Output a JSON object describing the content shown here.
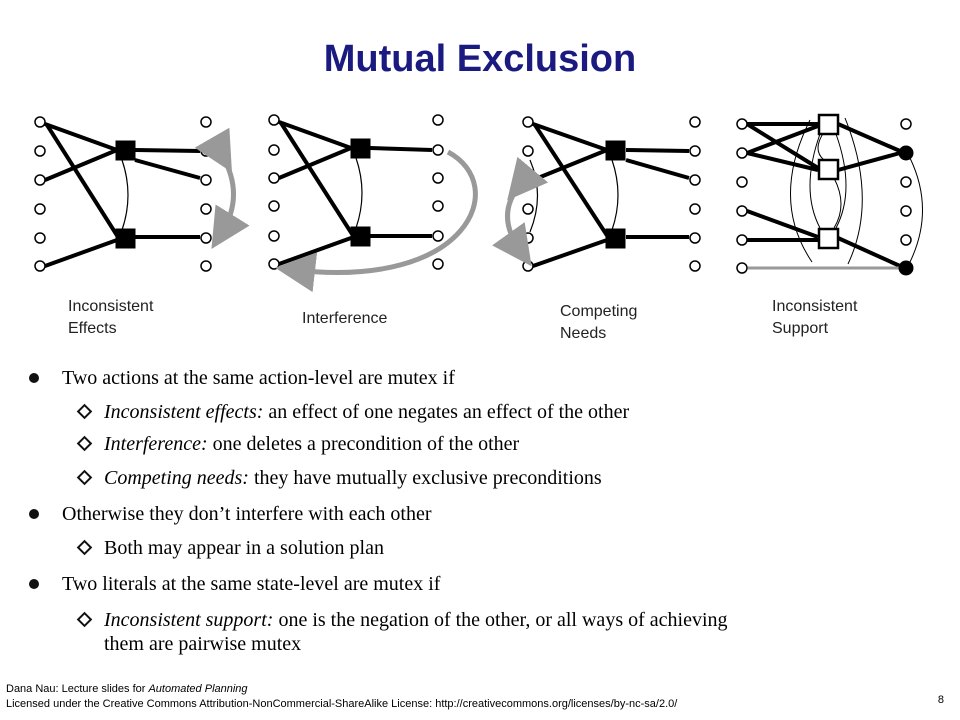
{
  "title": "Mutual Exclusion",
  "diagram_captions": {
    "inconsistent_effects": [
      "Inconsistent",
      "Effects"
    ],
    "interference": [
      "Interference"
    ],
    "competing_needs": [
      "Competing",
      "Needs"
    ],
    "inconsistent_support": [
      "Inconsistent",
      "Support"
    ]
  },
  "bullets": {
    "b1": "Two actions at the same action-level are mutex if",
    "b1_sub1_term": "Inconsistent effects:",
    "b1_sub1_text": " an effect of one negates an effect of the other",
    "b1_sub2_term": "Interference:",
    "b1_sub2_text": " one deletes a precondition of the other",
    "b1_sub3_term": "Competing needs:",
    "b1_sub3_text": " they have mutually exclusive preconditions",
    "b2": "Otherwise they don’t interfere with each other",
    "b2_sub1": "Both may appear in a solution plan",
    "b3": "Two literals at the same state-level are mutex if",
    "b3_sub1_term": "Inconsistent support:",
    "b3_sub1_line1": " one is the negation of the other, or all ways of achieving",
    "b3_sub1_line2": "them are pairwise mutex"
  },
  "footer": {
    "line1_prefix": "Dana Nau: Lecture slides for ",
    "line1_italic": "Automated Planning",
    "line2": "Licensed under the Creative Commons Attribution-NonCommercial-ShareAlike License: http://creativecommons.org/licenses/by-nc-sa/2.0/"
  },
  "page_number": "8",
  "colors": {
    "title": "#1a1a80",
    "arrow": "#999999"
  }
}
